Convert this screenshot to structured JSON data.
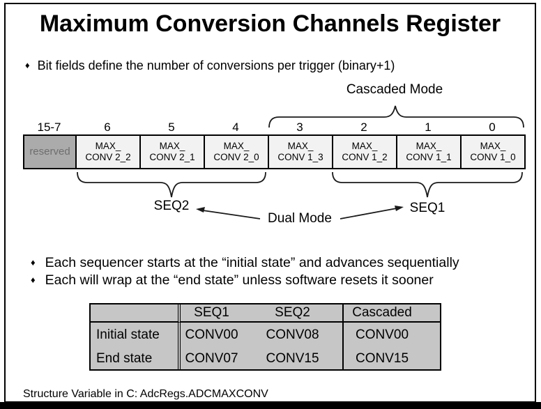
{
  "slide": {
    "title": "Maximum Conversion Channels Register",
    "bullet_glyph": "♦",
    "bullet1": "Bit fields define the number of conversions per trigger (binary+1)",
    "bullet2": "Each sequencer starts at the “initial state” and advances sequentially",
    "bullet3": "Each will wrap at the “end state” unless software resets it sooner",
    "footer": "Structure Variable in C: AdcRegs.ADCMAXCONV"
  },
  "register": {
    "fields": [
      {
        "bits": "15-7",
        "line1": "reserved",
        "line2": ""
      },
      {
        "bits": "6",
        "line1": "MAX_",
        "line2": "CONV 2_2"
      },
      {
        "bits": "5",
        "line1": "MAX_",
        "line2": "CONV 2_1"
      },
      {
        "bits": "4",
        "line1": "MAX_",
        "line2": "CONV 2_0"
      },
      {
        "bits": "3",
        "line1": "MAX_",
        "line2": "CONV 1_3"
      },
      {
        "bits": "2",
        "line1": "MAX_",
        "line2": "CONV 1_2"
      },
      {
        "bits": "1",
        "line1": "MAX_",
        "line2": "CONV 1_1"
      },
      {
        "bits": "0",
        "line1": "MAX_",
        "line2": "CONV 1_0"
      }
    ],
    "labels": {
      "cascaded_mode": "Cascaded Mode",
      "seq2": "SEQ2",
      "seq1": "SEQ1",
      "dual_mode": "Dual Mode"
    }
  },
  "table": {
    "headers": [
      "",
      "SEQ1",
      "SEQ2",
      "Cascaded"
    ],
    "rows": [
      {
        "label": "Initial state",
        "values": [
          "CONV00",
          "CONV08",
          "CONV00"
        ]
      },
      {
        "label": "End state",
        "values": [
          "CONV07",
          "CONV15",
          "CONV15"
        ]
      }
    ]
  },
  "colors": {
    "border": "#000000",
    "reserved_fill": "#ababab",
    "reserved_text": "#6e6e6e",
    "field_fill": "#f2f2f2",
    "table_fill": "#c6c6c6",
    "background": "#ffffff"
  }
}
